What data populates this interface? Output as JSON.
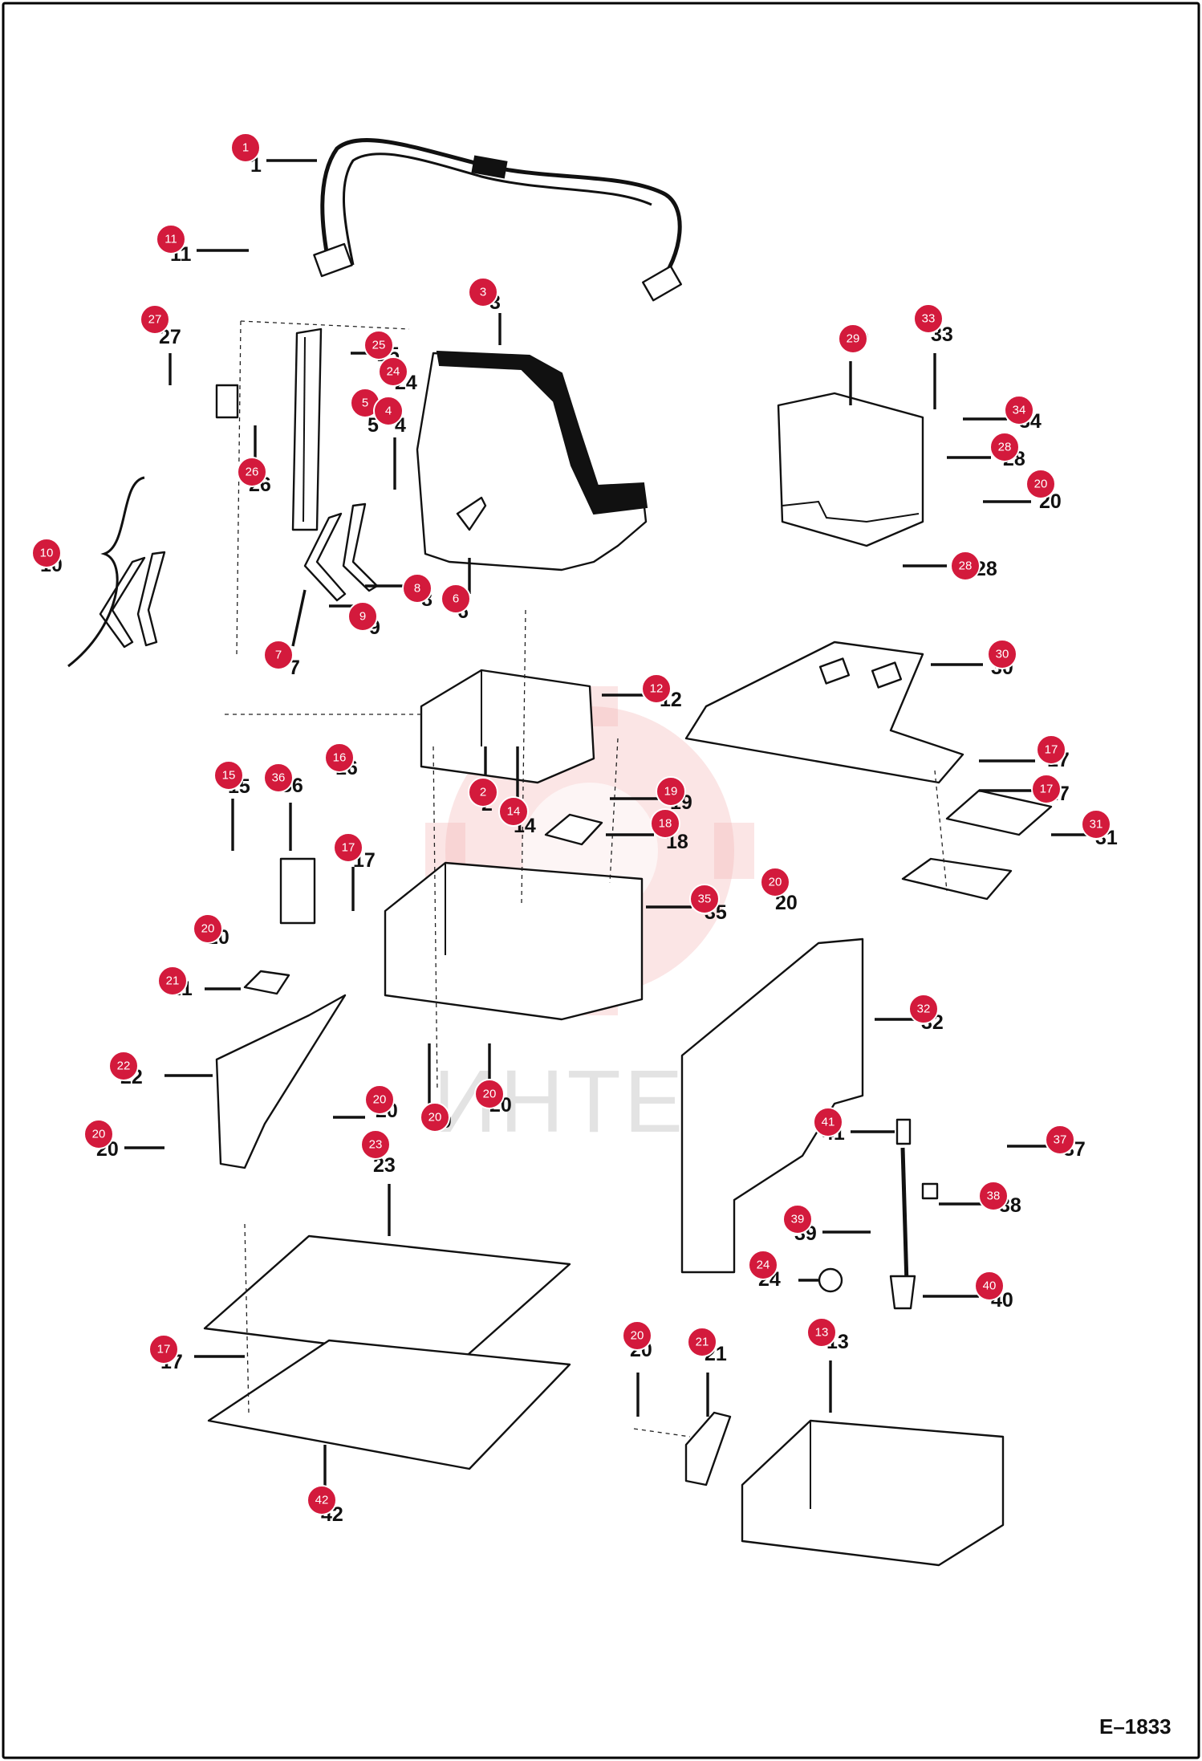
{
  "figure_id": "E–1833",
  "watermark": "ИНТЕХ",
  "colors": {
    "badge": "#d31a3c",
    "badge_text": "#ffffff",
    "line": "#111111",
    "watermark_gear": "#f3b4b4"
  },
  "callouts": [
    {
      "num": "1"
    },
    {
      "num": "11"
    },
    {
      "num": "3"
    },
    {
      "num": "27"
    },
    {
      "num": "25"
    },
    {
      "num": "24"
    },
    {
      "num": "5"
    },
    {
      "num": "4"
    },
    {
      "num": "26"
    },
    {
      "num": "29"
    },
    {
      "num": "33"
    },
    {
      "num": "34"
    },
    {
      "num": "28"
    },
    {
      "num": "20"
    },
    {
      "num": "28"
    },
    {
      "num": "10"
    },
    {
      "num": "8"
    },
    {
      "num": "6"
    },
    {
      "num": "9"
    },
    {
      "num": "7"
    },
    {
      "num": "30"
    },
    {
      "num": "12"
    },
    {
      "num": "16"
    },
    {
      "num": "2"
    },
    {
      "num": "14"
    },
    {
      "num": "15"
    },
    {
      "num": "36"
    },
    {
      "num": "17"
    },
    {
      "num": "17"
    },
    {
      "num": "31"
    },
    {
      "num": "19"
    },
    {
      "num": "18"
    },
    {
      "num": "17"
    },
    {
      "num": "35"
    },
    {
      "num": "20"
    },
    {
      "num": "20"
    },
    {
      "num": "21"
    },
    {
      "num": "32"
    },
    {
      "num": "22"
    },
    {
      "num": "20"
    },
    {
      "num": "20"
    },
    {
      "num": "20"
    },
    {
      "num": "20"
    },
    {
      "num": "41"
    },
    {
      "num": "37"
    },
    {
      "num": "23"
    },
    {
      "num": "38"
    },
    {
      "num": "39"
    },
    {
      "num": "24"
    },
    {
      "num": "40"
    },
    {
      "num": "17"
    },
    {
      "num": "20"
    },
    {
      "num": "21"
    },
    {
      "num": "13"
    },
    {
      "num": "42"
    }
  ]
}
